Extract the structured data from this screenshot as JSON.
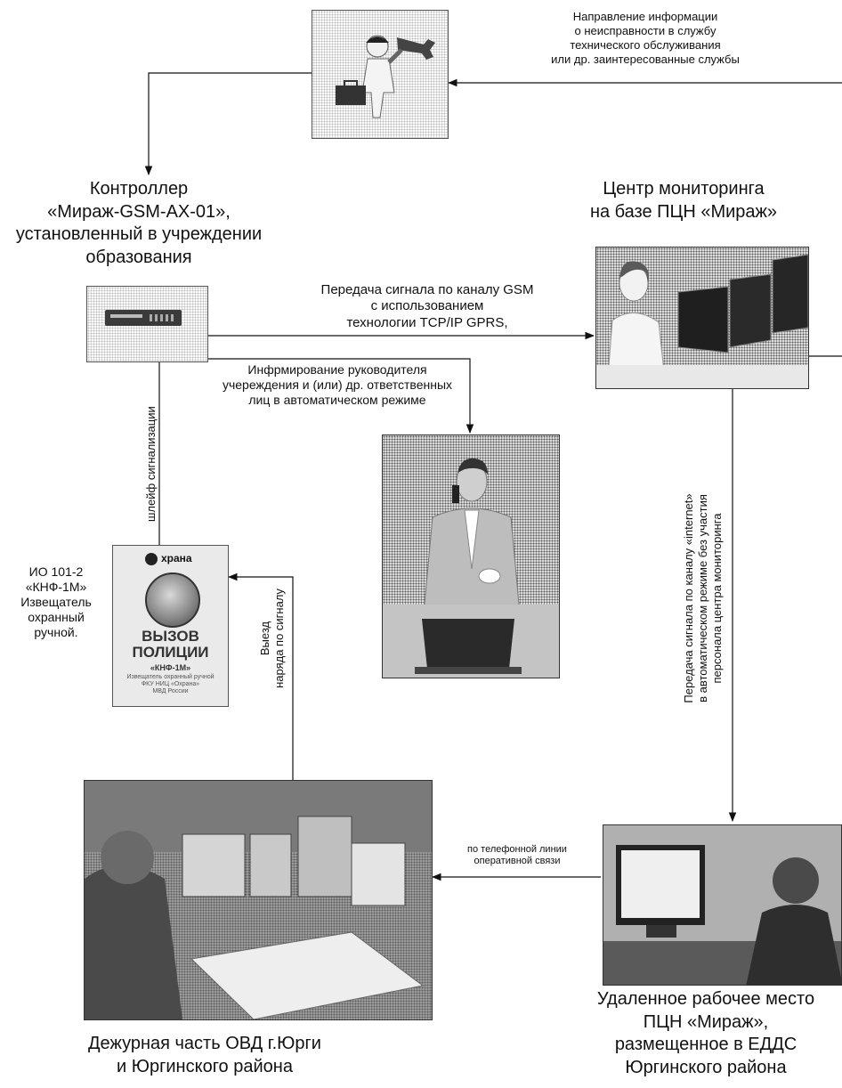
{
  "labels": {
    "service_direction": [
      "Направление информации",
      "о неисправности в службу",
      "технического обслуживания",
      "или др. заинтересованные службы"
    ],
    "controller": [
      "Контроллер",
      "«Мираж-GSM-AX-01»,",
      "установленный в учреждении",
      "образования"
    ],
    "monitoring_center": [
      "Центр мониторинга",
      "на базе ПЦН «Мираж»"
    ],
    "gsm_transmission": [
      "Передача сигнала по каналу GSM",
      "с использованием",
      "технологии TCP/IP GPRS,"
    ],
    "notify_head": [
      "Инфрмирование руководителя",
      "учереждения и (или) др. ответственных",
      "лиц в автоматическом режиме"
    ],
    "alarm_loop": "шлейф сигнализации",
    "detector_caption": [
      "ИО 101-2",
      "«КНФ-1М»",
      "Извещатель",
      "охранный",
      "ручной."
    ],
    "squad_departure": [
      "Выезд",
      "наряда по сигналу"
    ],
    "internet_transmission": [
      "Передача сигнала по каналу «internet»",
      "в автоматическом режиме без участия",
      "персонала центра мониторинга"
    ],
    "phone_line": [
      "по телефонной линии",
      "оперативной связи"
    ],
    "duty_unit": [
      "Дежурная часть ОВД г.Юрги",
      "и Юргинского района"
    ],
    "remote_workplace": [
      "Удаленное рабочее место",
      "ПЦН «Мираж»,",
      "размещенное в ЕДДС",
      "Юргинского района"
    ]
  },
  "detector_panel": {
    "brand": "храна",
    "title_1": "ВЫЗОВ",
    "title_2": "ПОЛИЦИИ",
    "model": "«КНФ-1М»",
    "fine_print": [
      "Извещатель охранный ручной",
      "ФКУ НИЦ «Охрана»",
      "МВД России"
    ]
  },
  "images": {
    "technician": "technician-with-wrench-icon",
    "controller_device": "controller-device-image",
    "operator": "monitoring-operator-photo",
    "manager": "manager-on-phone-photo",
    "detector": "panic-button-detector-image",
    "duty_room": "duty-room-photo",
    "remote_operator": "remote-workplace-photo"
  },
  "colors": {
    "line": "#111111",
    "detector_red": "#8c1c1c"
  }
}
